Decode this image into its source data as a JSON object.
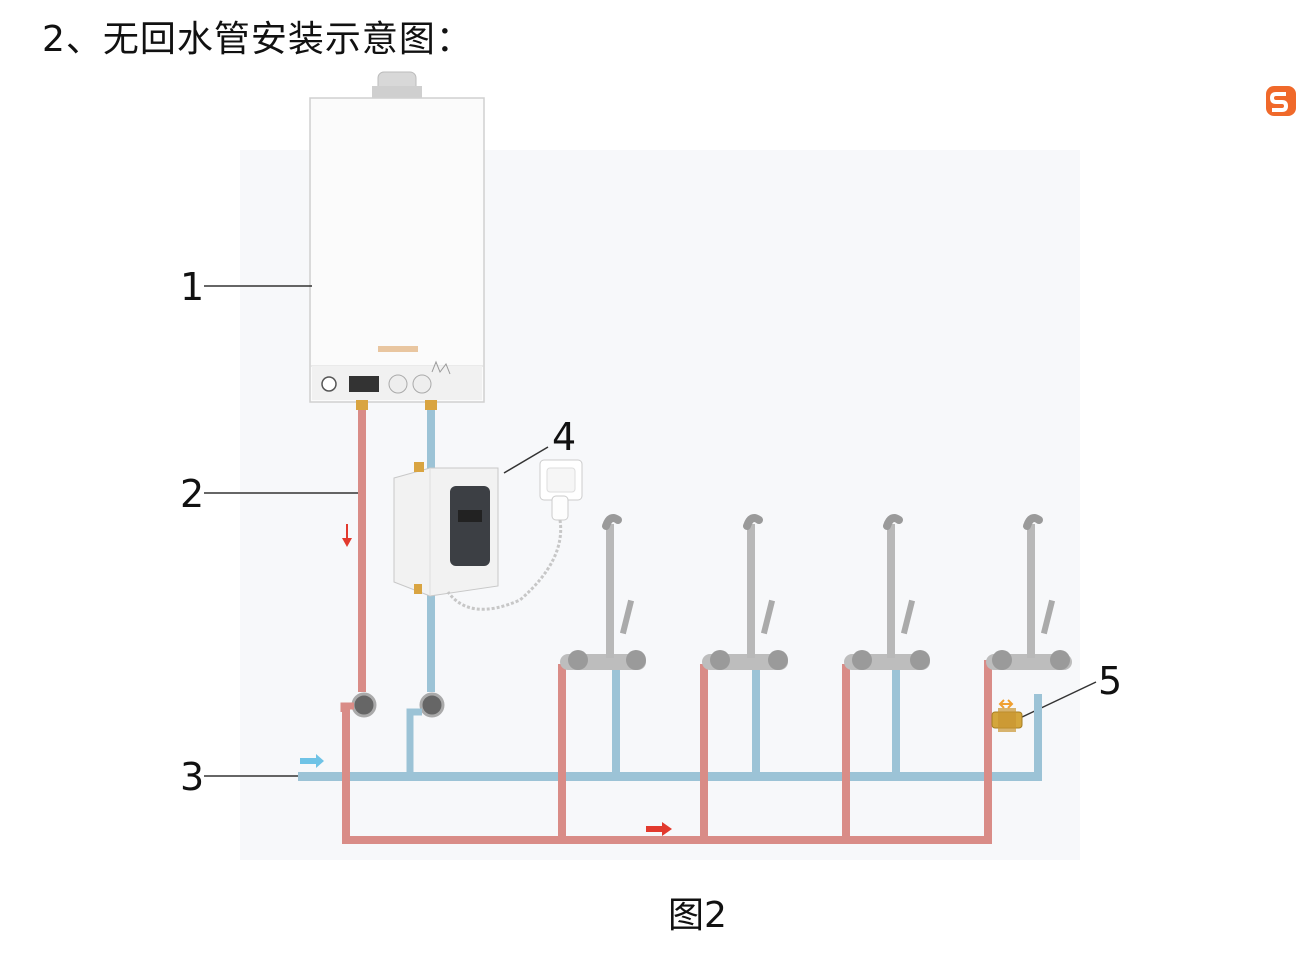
{
  "heading": "2、无回水管安装示意图：",
  "caption": "图2",
  "callouts": [
    "1",
    "2",
    "3",
    "4",
    "5"
  ],
  "pipe_colors": {
    "hot": "#d98c87",
    "cold": "#9cc3d6",
    "arrow": "#e23a2e",
    "inlet_arrow": "#6fc3e6"
  },
  "logo_color": "#f0692a"
}
